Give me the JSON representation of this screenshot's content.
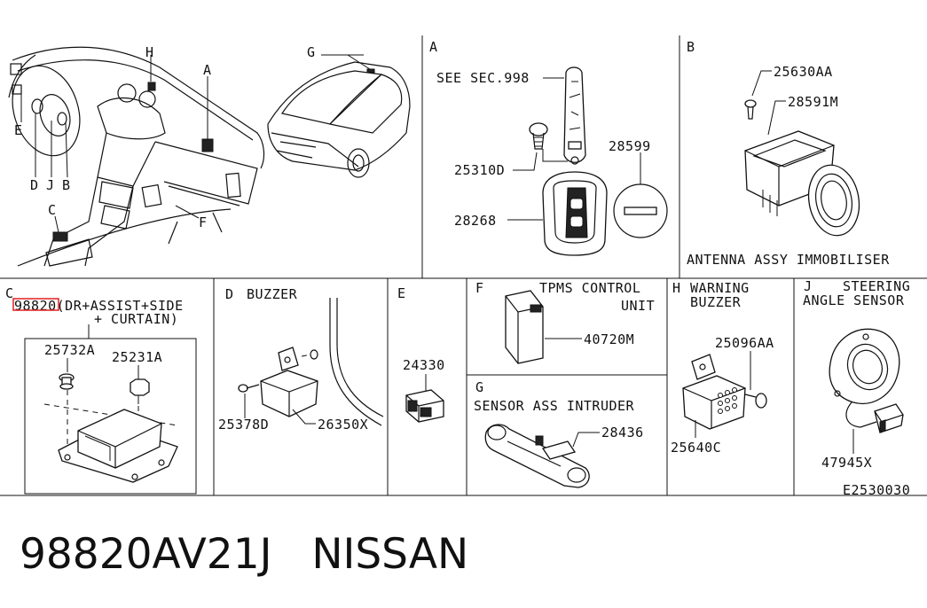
{
  "panels": {
    "A": {
      "letter": "A",
      "see_sec": "SEE SEC.998",
      "parts": [
        "25310D",
        "28599",
        "28268"
      ]
    },
    "B": {
      "letter": "B",
      "parts": [
        "25630AA",
        "28591M"
      ],
      "caption": "ANTENNA ASSY IMMOBILISER"
    },
    "C": {
      "letter": "C",
      "line1": "98820(DR+ASSIST+SIDE",
      "line2": "+ CURTAIN)",
      "parts": [
        "25732A",
        "25231A"
      ]
    },
    "D": {
      "letter": "D",
      "title": "BUZZER",
      "parts": [
        "25378D",
        "26350X"
      ]
    },
    "E": {
      "letter": "E",
      "parts": [
        "24330"
      ]
    },
    "F": {
      "letter": "F",
      "title_line1": "TPMS CONTROL",
      "title_line2": "UNIT",
      "parts": [
        "40720M"
      ]
    },
    "G": {
      "letter": "G",
      "title": "SENSOR ASS INTRUDER",
      "parts": [
        "28436"
      ]
    },
    "H": {
      "letter": "H",
      "title_line1": "WARNING",
      "title_line2": "BUZZER",
      "parts": [
        "25096AA",
        "25640C"
      ]
    },
    "J": {
      "letter": "J",
      "title_line1": "STEERING",
      "title_line2": "ANGLE SENSOR",
      "parts": [
        "47945X"
      ]
    }
  },
  "overview_callouts": [
    "H",
    "A",
    "G",
    "E",
    "D",
    "J",
    "B",
    "C",
    "F"
  ],
  "diagram_code": "E2530030",
  "footer": {
    "part_number": "98820AV21J",
    "brand": "NISSAN"
  },
  "highlight_color": "#e02020"
}
